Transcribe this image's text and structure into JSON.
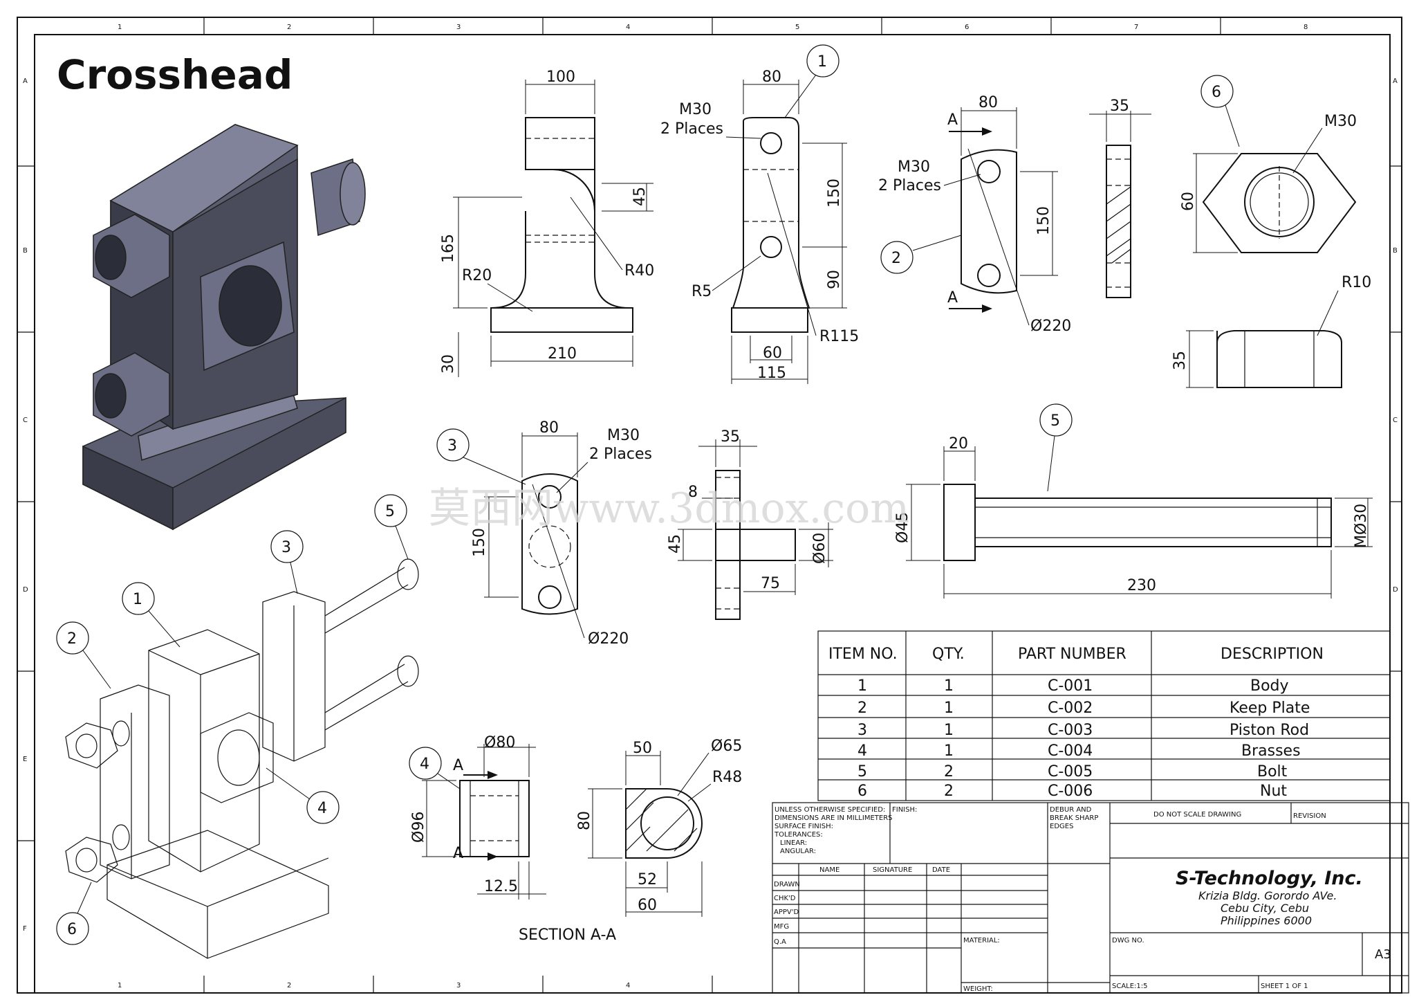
{
  "title": "Crosshead",
  "zones": {
    "columns": [
      "1",
      "2",
      "3",
      "4",
      "5",
      "6",
      "7",
      "8"
    ],
    "rows": [
      "A",
      "B",
      "C",
      "D",
      "E",
      "F"
    ]
  },
  "balloons": [
    "1",
    "2",
    "3",
    "4",
    "5",
    "6"
  ],
  "views": {
    "body": {
      "d_100": "100",
      "d_45": "45",
      "d_165": "165",
      "d_R20": "R20",
      "d_R40": "R40",
      "d_210": "210",
      "d_30": "30"
    },
    "body_side": {
      "d_80": "80",
      "note_m30": "M30",
      "note_places": "2 Places",
      "d_150": "150",
      "d_90": "90",
      "d_R5": "R5",
      "d_R115": "R115",
      "d_60": "60",
      "d_115": "115"
    },
    "keep_plate": {
      "d_80": "80",
      "note_m30": "M30",
      "note_places": "2 Places",
      "d_150": "150",
      "d_dia220": "Ø220",
      "sec": "A"
    },
    "keep_plate_side": {
      "d_35": "35"
    },
    "nut": {
      "note_m30": "M30",
      "d_60": "60",
      "d_R10": "R10",
      "d_35": "35"
    },
    "piston_rod": {
      "d_80": "80",
      "note_m30": "M30",
      "note_places": "2 Places",
      "d_150": "150",
      "d_dia220": "Ø220"
    },
    "piston_side": {
      "d_35": "35",
      "d_8": "8",
      "d_45": "45",
      "d_dia60": "Ø60",
      "d_75": "75"
    },
    "bolt": {
      "d_20": "20",
      "d_dia45": "Ø45",
      "d_m30": "MØ30",
      "d_230": "230"
    },
    "brasses": {
      "d_dia80": "Ø80",
      "d_dia96": "Ø96",
      "d_12_5": "12.5",
      "sec": "A"
    },
    "section": {
      "d_50": "50",
      "d_dia65": "Ø65",
      "d_R48": "R48",
      "d_80": "80",
      "d_52": "52",
      "d_60": "60",
      "label": "SECTION A-A"
    }
  },
  "bom": {
    "headers": [
      "ITEM NO.",
      "QTY.",
      "PART NUMBER",
      "DESCRIPTION"
    ],
    "rows": [
      [
        "1",
        "1",
        "C-001",
        "Body"
      ],
      [
        "2",
        "1",
        "C-002",
        "Keep Plate"
      ],
      [
        "3",
        "1",
        "C-003",
        "Piston Rod"
      ],
      [
        "4",
        "1",
        "C-004",
        "Brasses"
      ],
      [
        "5",
        "2",
        "C-005",
        "Bolt"
      ],
      [
        "6",
        "2",
        "C-006",
        "Nut"
      ]
    ]
  },
  "title_block": {
    "tolerance_lines": [
      "UNLESS OTHERWISE SPECIFIED:",
      "DIMENSIONS ARE IN MILLIMETERS",
      "SURFACE FINISH:",
      "TOLERANCES:",
      "LINEAR:",
      "ANGULAR:"
    ],
    "finish": "FINISH:",
    "deburr": [
      "DEBUR AND",
      "BREAK SHARP",
      "EDGES"
    ],
    "do_not_scale": "DO NOT SCALE DRAWING",
    "revision": "REVISION",
    "col_name": "NAME",
    "col_signature": "SIGNATURE",
    "col_date": "DATE",
    "row_labels": [
      "DRAWN",
      "CHK'D",
      "APPV'D",
      "MFG",
      "Q.A"
    ],
    "company": "S-Technology, Inc.",
    "address": [
      "Krizia Bldg. Gorordo AVe.",
      "Cebu City, Cebu",
      "Philippines 6000"
    ],
    "material": "MATERIAL:",
    "weight": "WEIGHT:",
    "dwg_no": "DWG NO.",
    "size": "A3",
    "scale": "SCALE:1:5",
    "sheet": "SHEET 1 OF 1"
  },
  "watermark": "莫西网www.3dmox.com",
  "colors": {
    "shaded_part": "#5b5e70",
    "shaded_dark": "#3a3c49",
    "shaded_light": "#80839a"
  }
}
